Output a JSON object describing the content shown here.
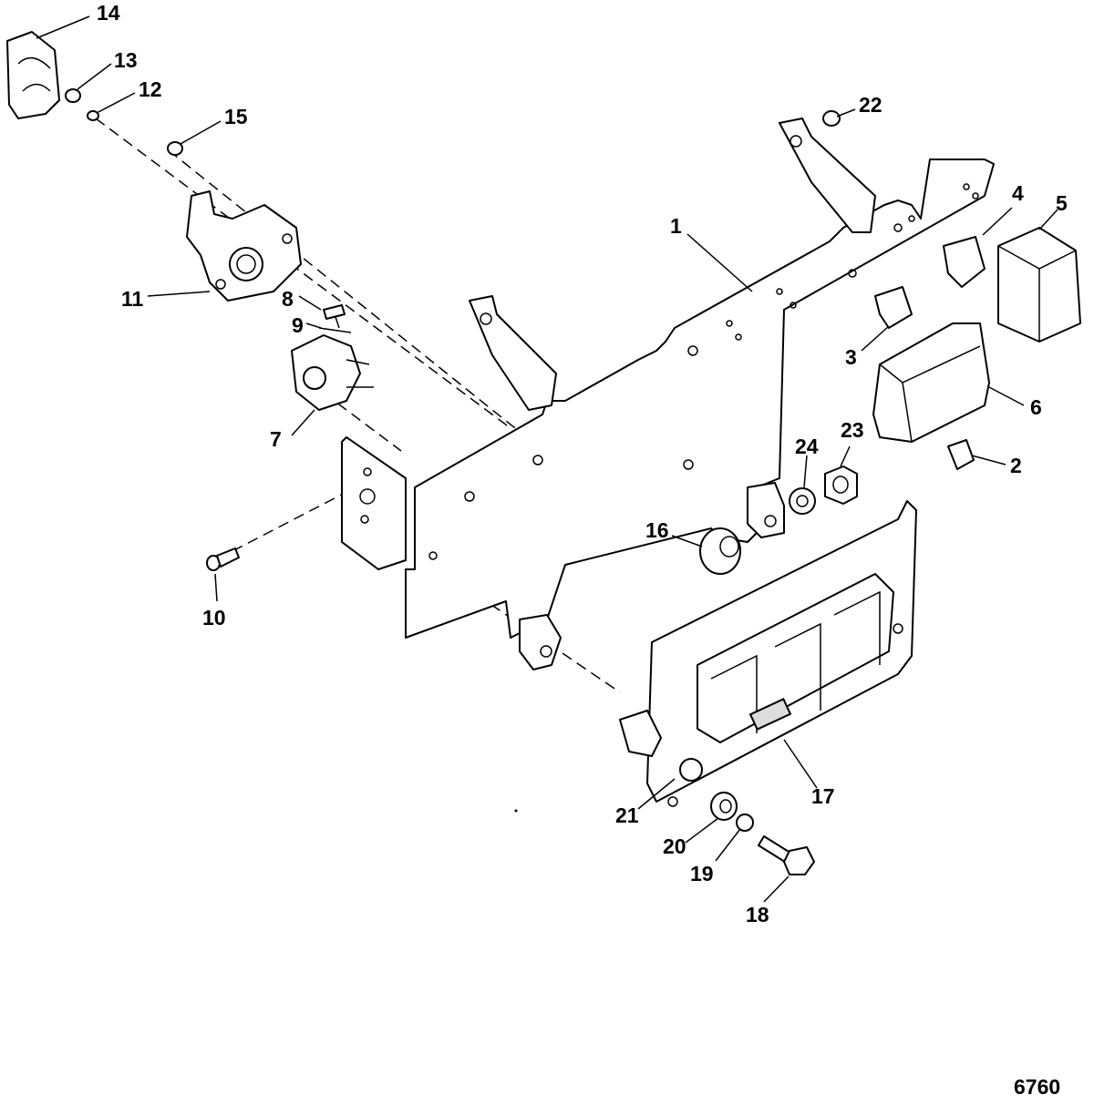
{
  "figure_number": "6760",
  "callouts": [
    {
      "id": "1",
      "text": "1"
    },
    {
      "id": "2",
      "text": "2"
    },
    {
      "id": "3",
      "text": "3"
    },
    {
      "id": "4",
      "text": "4"
    },
    {
      "id": "5",
      "text": "5"
    },
    {
      "id": "6",
      "text": "6"
    },
    {
      "id": "7",
      "text": "7"
    },
    {
      "id": "8",
      "text": "8"
    },
    {
      "id": "9",
      "text": "9"
    },
    {
      "id": "10",
      "text": "10"
    },
    {
      "id": "11",
      "text": "11"
    },
    {
      "id": "12",
      "text": "12"
    },
    {
      "id": "13",
      "text": "13"
    },
    {
      "id": "14",
      "text": "14"
    },
    {
      "id": "15",
      "text": "15"
    },
    {
      "id": "16",
      "text": "16"
    },
    {
      "id": "17",
      "text": "17"
    },
    {
      "id": "18",
      "text": "18"
    },
    {
      "id": "19",
      "text": "19"
    },
    {
      "id": "20",
      "text": "20"
    },
    {
      "id": "21",
      "text": "21"
    },
    {
      "id": "22",
      "text": "22"
    },
    {
      "id": "23",
      "text": "23"
    },
    {
      "id": "24",
      "text": "24"
    }
  ]
}
